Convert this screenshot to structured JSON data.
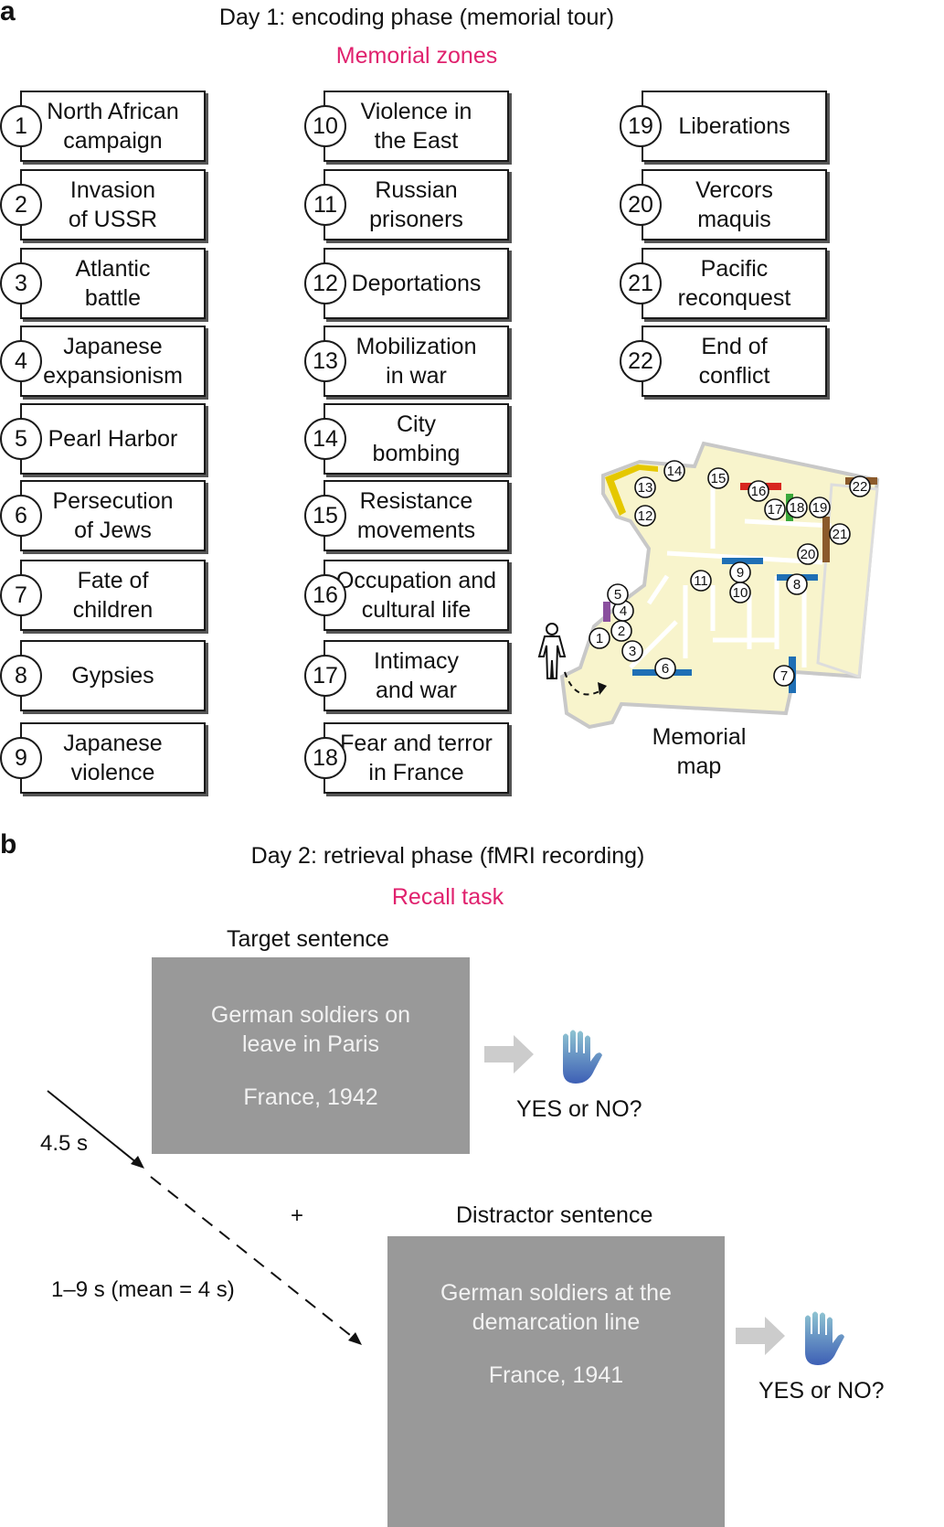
{
  "panel_a": {
    "letter": "a",
    "title": "Day 1: encoding phase (memorial tour)",
    "subtitle": "Memorial zones",
    "subtitle_color": "#e0226e",
    "zones": [
      {
        "num": "1",
        "label": "North African\ncampaign"
      },
      {
        "num": "2",
        "label": "Invasion\nof USSR"
      },
      {
        "num": "3",
        "label": "Atlantic\nbattle"
      },
      {
        "num": "4",
        "label": "Japanese\nexpansionism"
      },
      {
        "num": "5",
        "label": "Pearl Harbor"
      },
      {
        "num": "6",
        "label": "Persecution\nof Jews"
      },
      {
        "num": "7",
        "label": "Fate of\nchildren"
      },
      {
        "num": "8",
        "label": "Gypsies"
      },
      {
        "num": "9",
        "label": "Japanese\nviolence"
      },
      {
        "num": "10",
        "label": "Violence in\nthe East"
      },
      {
        "num": "11",
        "label": "Russian\nprisoners"
      },
      {
        "num": "12",
        "label": "Deportations"
      },
      {
        "num": "13",
        "label": "Mobilization\nin war"
      },
      {
        "num": "14",
        "label": "City\nbombing"
      },
      {
        "num": "15",
        "label": "Resistance\nmovements"
      },
      {
        "num": "16",
        "label": "Occupation and\ncultural life"
      },
      {
        "num": "17",
        "label": "Intimacy\nand war"
      },
      {
        "num": "18",
        "label": "Fear and terror\nin France"
      },
      {
        "num": "19",
        "label": "Liberations"
      },
      {
        "num": "20",
        "label": "Vercors\nmaquis"
      },
      {
        "num": "21",
        "label": "Pacific\nreconquest"
      },
      {
        "num": "22",
        "label": "End of\nconflict"
      }
    ],
    "map_label": "Memorial\nmap",
    "map_colors": {
      "floor": "#f8f4cc",
      "wall": "#ffffff",
      "blue": "#1f6fb5",
      "red": "#d8261f",
      "green": "#3aa83a",
      "yellow": "#e5c800",
      "brown": "#8b5a2b",
      "purple": "#8a4f9e"
    }
  },
  "panel_b": {
    "letter": "b",
    "title": "Day 2: retrieval phase (fMRI recording)",
    "subtitle": "Recall task",
    "subtitle_color": "#e0226e",
    "target": {
      "label": "Target sentence",
      "sentence": "German soldiers on\nleave in Paris",
      "place_date": "France, 1942",
      "response": "YES or NO?"
    },
    "distractor": {
      "label": "Distractor sentence",
      "sentence": "German soldiers at the\ndemarcation line",
      "place_date": "France, 1941",
      "response": "YES or NO?"
    },
    "fixation": "+",
    "duration_stim": "4.5 s",
    "duration_isi": "1–9 s (mean = 4 s)",
    "colors": {
      "box": "#999999",
      "arrow": "#cccccc",
      "hand_top": "#8fc4d2",
      "hand_bottom": "#3d5fb5"
    }
  }
}
